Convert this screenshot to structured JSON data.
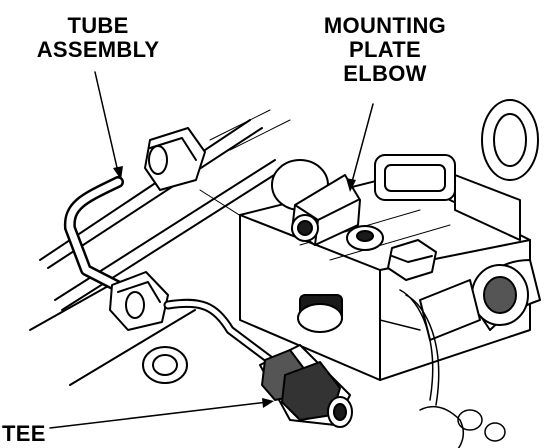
{
  "labels": {
    "tube_assembly": [
      "TUBE",
      "ASSEMBLY"
    ],
    "mounting_plate_elbow": [
      "MOUNTING",
      "PLATE",
      "ELBOW"
    ],
    "tee": "TEE"
  },
  "colors": {
    "line": "#000000",
    "fill": "#ffffff",
    "shade": "#555555",
    "dark": "#1a1a1a"
  }
}
